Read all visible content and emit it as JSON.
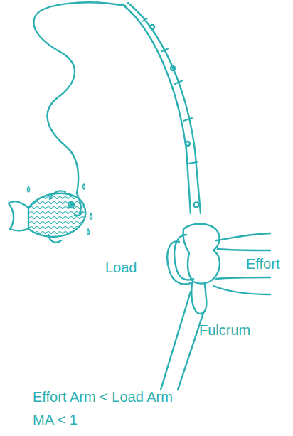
{
  "diagram": {
    "labels": [
      "Load",
      "Effort",
      "Fulcrum",
      "Effort Arm < Load Arm",
      "MA < 1"
    ]
  }
}
